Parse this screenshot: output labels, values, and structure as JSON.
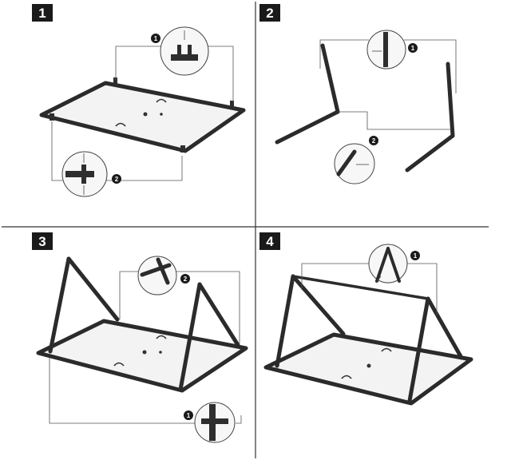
{
  "steps": [
    {
      "number": "1",
      "callouts": [
        "1",
        "2"
      ]
    },
    {
      "number": "2",
      "callouts": [
        "1",
        "2"
      ]
    },
    {
      "number": "3",
      "callouts": [
        "2",
        "1"
      ]
    },
    {
      "number": "4",
      "callouts": [
        "1"
      ]
    }
  ],
  "colors": {
    "frame": "#2b2b2b",
    "badge": "#1a1a1a",
    "panel": "#f3f3f3"
  }
}
